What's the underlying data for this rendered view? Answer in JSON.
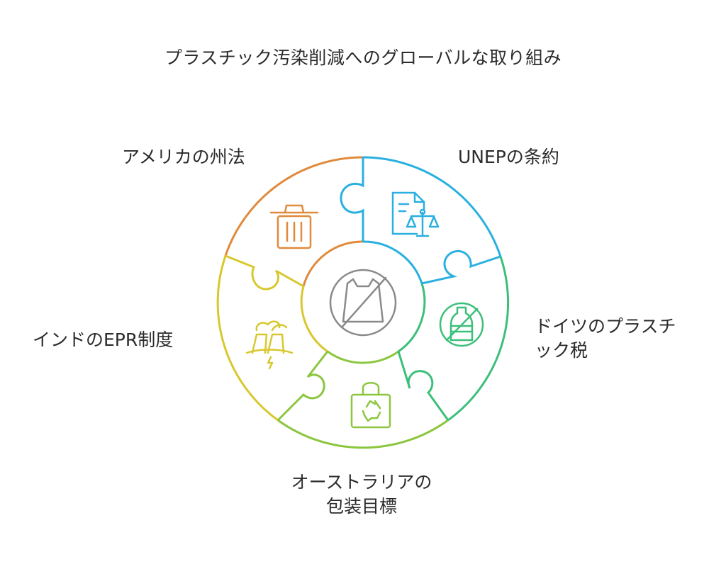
{
  "title": "プラスチック汚染削減へのグローバルな取り組み",
  "segments": [
    {
      "id": "us",
      "label": "アメリカの州法",
      "icon": "trash-can-icon",
      "color": "#e08a3c"
    },
    {
      "id": "unep",
      "label": "UNEPの条約",
      "icon": "legal-document-scales-icon",
      "color": "#2ab0e0"
    },
    {
      "id": "germany",
      "label_line1": "ドイツのプラスチ",
      "label_line2": "ック税",
      "icon": "no-plastic-bottle-icon",
      "color": "#3cbf7a"
    },
    {
      "id": "australia",
      "label_line1": "オーストラリアの",
      "label_line2": "包装目標",
      "icon": "recycle-bag-icon",
      "color": "#8cc63f"
    },
    {
      "id": "india",
      "label": "インドのEPR制度",
      "icon": "factory-power-icon",
      "color": "#d8c82e"
    }
  ],
  "center": {
    "icon": "no-plastic-bag-icon",
    "color": "#8a8a8a"
  }
}
